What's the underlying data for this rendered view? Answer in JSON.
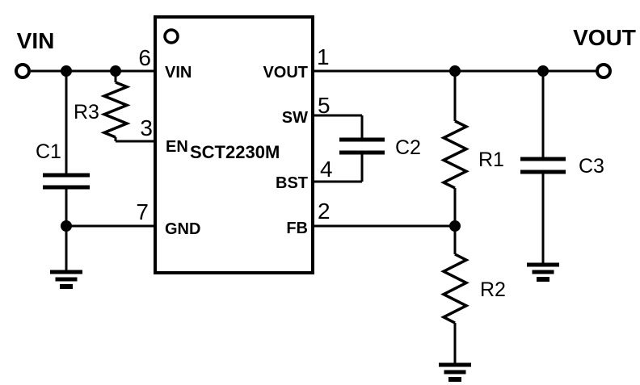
{
  "schematic": {
    "terminals": {
      "input": {
        "label": "VIN"
      },
      "output": {
        "label": "VOUT"
      }
    },
    "ic": {
      "part_number": "SCT2230M",
      "pins": {
        "vin": {
          "number": "6",
          "name": "VIN",
          "side": "left"
        },
        "en": {
          "number": "3",
          "name": "EN",
          "side": "left"
        },
        "gnd": {
          "number": "7",
          "name": "GND",
          "side": "left"
        },
        "vout": {
          "number": "1",
          "name": "VOUT",
          "side": "right"
        },
        "sw": {
          "number": "5",
          "name": "SW",
          "side": "right"
        },
        "bst": {
          "number": "4",
          "name": "BST",
          "side": "right"
        },
        "fb": {
          "number": "2",
          "name": "FB",
          "side": "right"
        }
      }
    },
    "components": {
      "c1": {
        "ref": "C1",
        "type": "capacitor"
      },
      "c2": {
        "ref": "C2",
        "type": "capacitor"
      },
      "c3": {
        "ref": "C3",
        "type": "capacitor"
      },
      "r1": {
        "ref": "R1",
        "type": "resistor"
      },
      "r2": {
        "ref": "R2",
        "type": "resistor"
      },
      "r3": {
        "ref": "R3",
        "type": "resistor"
      }
    },
    "colors": {
      "ink": "#000000",
      "background": "#ffffff"
    }
  }
}
